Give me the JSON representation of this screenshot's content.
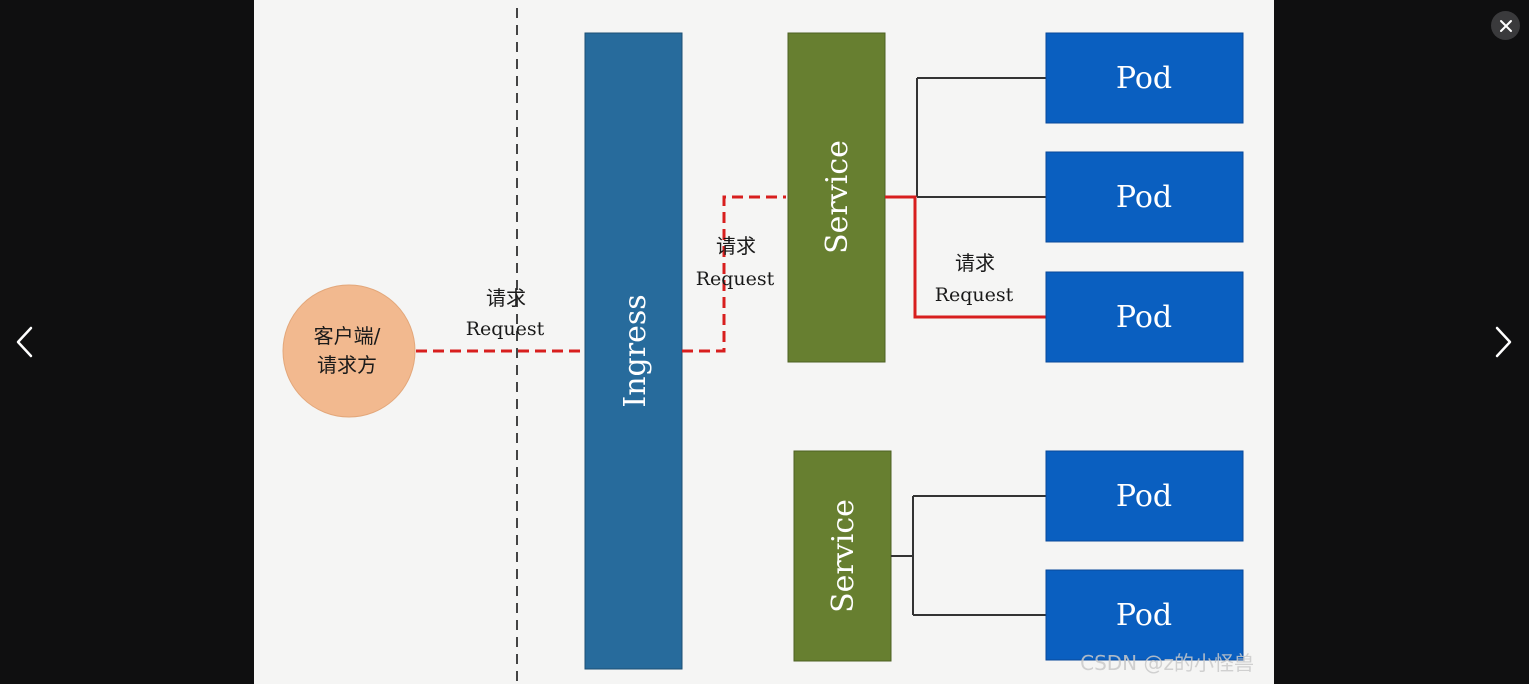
{
  "viewer": {
    "close_icon": "close-icon",
    "prev_icon": "chevron-left-icon",
    "next_icon": "chevron-right-icon"
  },
  "diagram": {
    "client_label_line1": "客户端/",
    "client_label_line2": "请求方",
    "request_label_cn": "请求",
    "request_label_en": "Request",
    "ingress_label": "Ingress",
    "service_label": "Service",
    "pod_label": "Pod",
    "watermark": "CSDN @z的小怪兽",
    "colors": {
      "client_fill": "#f2b98f",
      "ingress_fill": "#276b9c",
      "service_fill": "#677f30",
      "pod_fill": "#0a5fc0",
      "request_line": "#d81e1e",
      "connector": "#333333",
      "dashed_divider": "#444444"
    }
  }
}
